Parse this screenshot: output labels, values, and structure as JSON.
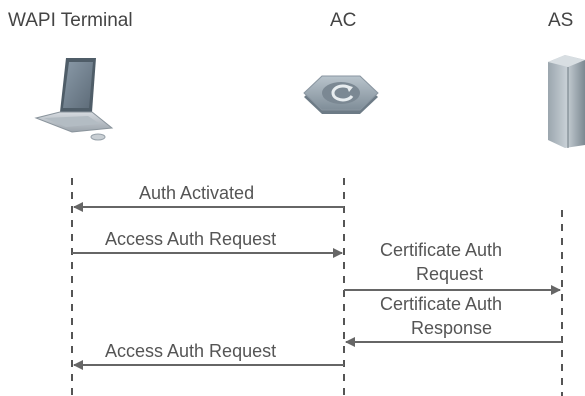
{
  "entities": {
    "terminal": "WAPI Terminal",
    "ac": "AC",
    "as": "AS"
  },
  "icons": {
    "terminal": "laptop-icon",
    "ac": "access-controller-icon",
    "as": "server-icon"
  },
  "messages": [
    {
      "label": "Auth Activated",
      "from": "AC",
      "to": "WAPI Terminal"
    },
    {
      "label": "Access Auth Request",
      "from": "WAPI Terminal",
      "to": "AC"
    },
    {
      "label_line1": "Certificate Auth",
      "label_line2": "Request",
      "from": "AC",
      "to": "AS"
    },
    {
      "label_line1": "Certificate Auth",
      "label_line2": "Response",
      "from": "AS",
      "to": "AC"
    },
    {
      "label": "Access Auth Request",
      "from": "AC",
      "to": "WAPI Terminal"
    }
  ],
  "colors": {
    "lifeline": "#555555",
    "arrow": "#666666",
    "text": "#555555"
  }
}
